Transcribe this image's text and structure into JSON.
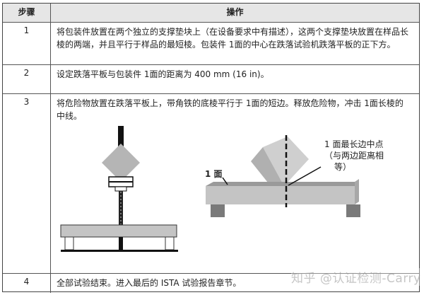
{
  "table": {
    "headers": {
      "step": "步骤",
      "operation": "操作"
    },
    "rows": [
      {
        "step": "1",
        "text": "将包装件放置在两个独立的支撑垫块上（在设备要求中有描述），这两个支撑垫块放置在样品长棱的两端，并且平行于样品的最短棱。包装件 1面的中心在跌落试验机跌落平板的正下方。"
      },
      {
        "step": "2",
        "text": "设定跌落平板与包装件 1面的距离为 400 mm (16 in)。"
      },
      {
        "step": "3",
        "text": "将危险物放置在跌落平板上，带角铁的底棱平行于 1面的短边。释放危险物，冲击 1面长棱的中线。"
      },
      {
        "step": "4",
        "text": "全部试验结束。进入最后的 ISTA 试验报告章节。"
      }
    ]
  },
  "figure": {
    "face_label": "1 面",
    "callout_line1": "1 面最长边中点",
    "callout_line2": "（与两边距离相",
    "callout_line3": "等）"
  },
  "watermark": "知乎 @认证检测-Carry",
  "colors": {
    "header_bg": "#e6e6e6",
    "object_gray": "#b5b5b5",
    "beam_gray": "#c4c4c4",
    "block_dark": "#7a7a7a"
  }
}
